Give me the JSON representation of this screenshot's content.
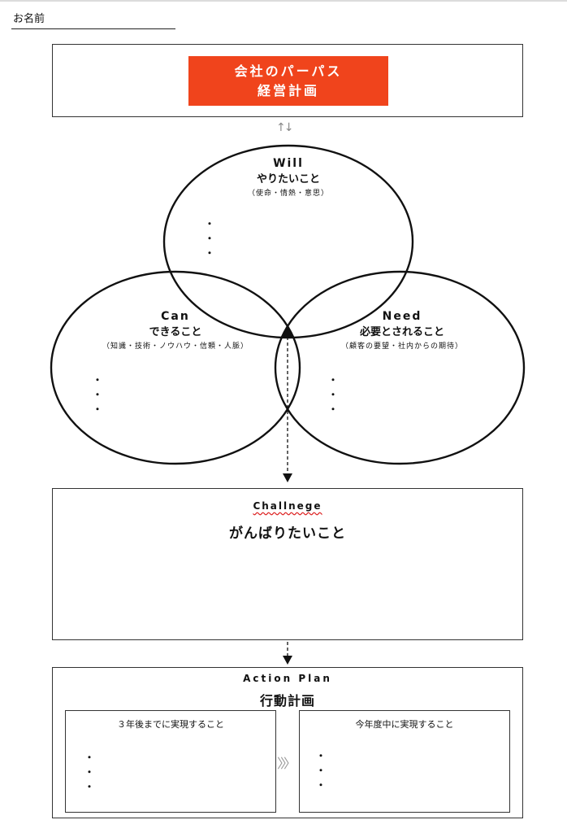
{
  "header": {
    "name_label": "お名前"
  },
  "purpose": {
    "line1": "会社のパーパス",
    "line2": "経営計画",
    "accent_color": "#f0441c"
  },
  "connector": {
    "arrows": "↑↓"
  },
  "venn": {
    "will": {
      "en": "Will",
      "jp": "やりたいこと",
      "sub": "（使命・情熱・意思）",
      "bullets": [
        "・",
        "・",
        "・"
      ]
    },
    "can": {
      "en": "Can",
      "jp": "できること",
      "sub": "（知識・技術・ノウハウ・信頼・人脈）",
      "bullets": [
        "・",
        "・",
        "・"
      ]
    },
    "need": {
      "en": "Need",
      "jp": "必要とされること",
      "sub": "（顧客の要望・社内からの期待）",
      "bullets": [
        "・",
        "・",
        "・"
      ]
    }
  },
  "challenge": {
    "en": "Challnege",
    "jp": "がんばりたいこと"
  },
  "action_plan": {
    "en": "Action Plan",
    "jp": "行動計画",
    "left_title": "３年後までに実現すること",
    "right_title": "今年度中に実現すること",
    "chevrons": "〉〉〉",
    "left_bullets": [
      "・",
      "・",
      "・"
    ],
    "right_bullets": [
      "・",
      "・",
      "・"
    ]
  }
}
